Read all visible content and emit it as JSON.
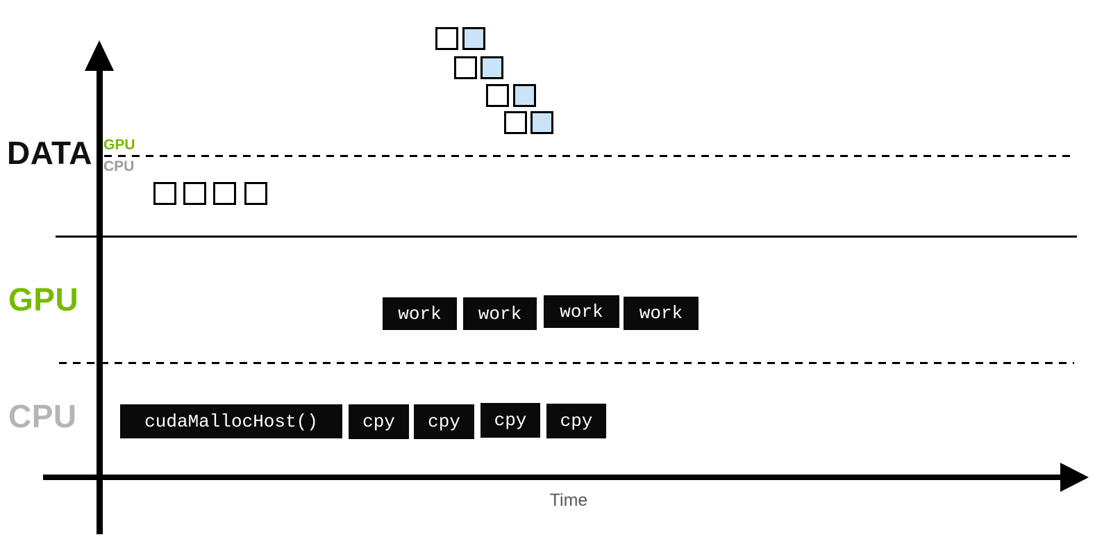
{
  "axis": {
    "x_label": "Time"
  },
  "data_row": {
    "label": "DATA",
    "gpu_side_label": "GPU",
    "cpu_side_label": "CPU",
    "host_chunks_count": 4,
    "transfer_pairs_count": 4
  },
  "gpu_row": {
    "label": "GPU",
    "work_boxes": [
      {
        "label": "work"
      },
      {
        "label": "work"
      },
      {
        "label": "work"
      },
      {
        "label": "work"
      }
    ]
  },
  "cpu_row": {
    "label": "CPU",
    "malloc_box": {
      "label": "cudaMallocHost()"
    },
    "cpy_boxes": [
      {
        "label": "cpy"
      },
      {
        "label": "cpy"
      },
      {
        "label": "cpy"
      },
      {
        "label": "cpy"
      }
    ]
  },
  "colors": {
    "nvidia_green": "#76b900",
    "cpu_sub_gray": "#9b9b9b",
    "cpu_big_gray": "#b5b5b5",
    "op_box_black": "#0a0a0a",
    "device_chunk_blue": "#c9e4f8",
    "host_chunk_white": "#ffffff",
    "time_label_gray": "#595959"
  }
}
